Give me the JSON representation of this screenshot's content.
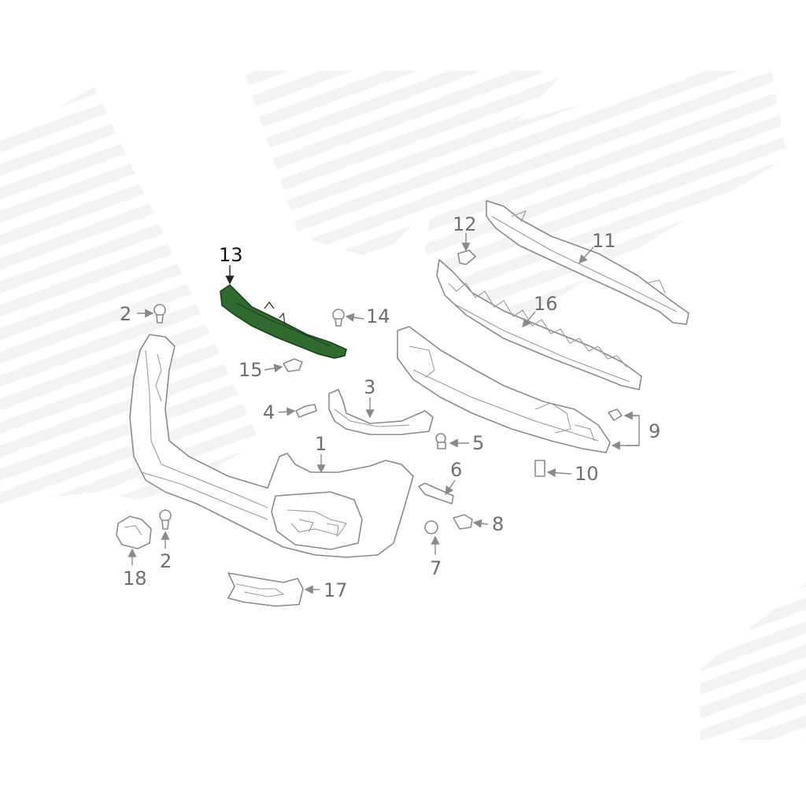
{
  "diagram": {
    "highlighted_part": "13",
    "highlight_color": "#2f6b2f",
    "callouts": {
      "p1": "1",
      "p2a": "2",
      "p2b": "2",
      "p3": "3",
      "p4": "4",
      "p5": "5",
      "p6": "6",
      "p7": "7",
      "p8": "8",
      "p9": "9",
      "p10": "10",
      "p11": "11",
      "p12": "12",
      "p13": "13",
      "p14": "14",
      "p15": "15",
      "p16": "16",
      "p17": "17",
      "p18": "18"
    }
  }
}
